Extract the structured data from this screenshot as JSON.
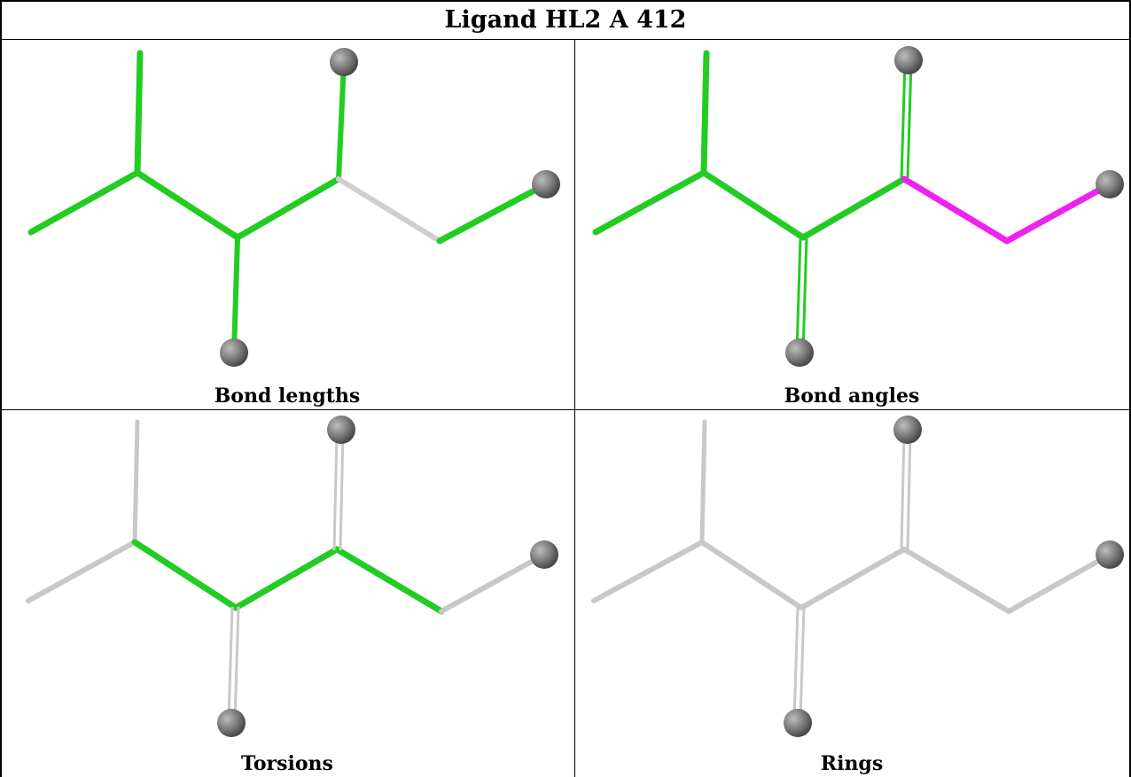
{
  "title": "Ligand HL2 A 412",
  "panels": [
    {
      "caption": "Bond lengths"
    },
    {
      "caption": "Bond angles"
    },
    {
      "caption": "Torsions"
    },
    {
      "caption": "Rings"
    }
  ],
  "colors": {
    "green": "#22cc22",
    "magenta": "#ee22ee",
    "gray_bond": "#c8c8c8",
    "atom_gray": "#7a7a7a",
    "border": "#000000"
  }
}
